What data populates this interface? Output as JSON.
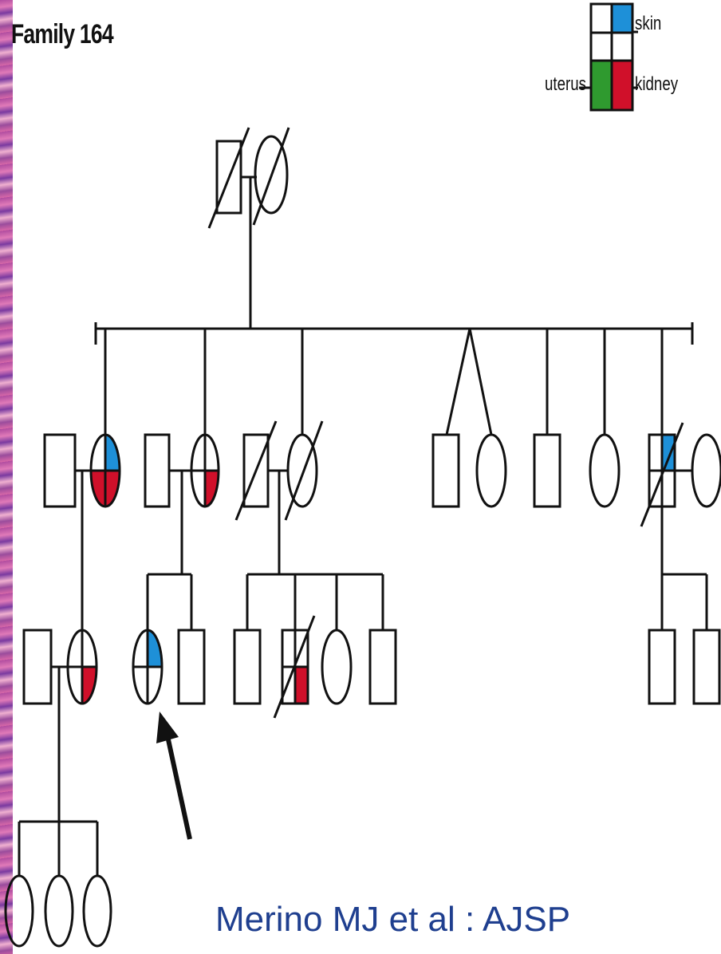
{
  "title": "Family 164",
  "citation": "Merino MJ et al : AJSP",
  "legend": {
    "skin": "skin",
    "kidney": "kidney",
    "uterus": "uterus"
  },
  "colors": {
    "skin": "#1e90d8",
    "kidney": "#d0102a",
    "uterus": "#2f9a2f",
    "line": "#111111",
    "citation": "#1f3f8f"
  },
  "pedigree": {
    "symbols": [
      "square (male)",
      "circle (female)",
      "diagonal slash (deceased)",
      "quadrant fill (tumor site)"
    ],
    "proband_marker": "arrow-icon"
  }
}
